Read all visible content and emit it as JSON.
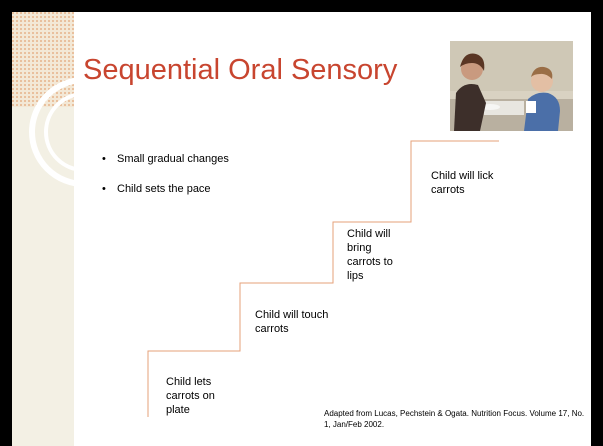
{
  "slide": {
    "title": "Sequential Oral Sensory",
    "photo_icon": "photo-icon",
    "bullets": [
      "Small gradual changes",
      "Child sets the pace"
    ],
    "steps": [
      "Child lets carrots on plate",
      "Child will touch carrots",
      "Child will bring carrots to lips",
      "Child will lick carrots"
    ],
    "citation": "Adapted from Lucas, Pechstein & Ogata. Nutrition Focus. Volume 17, No. 1, Jan/Feb 2002."
  },
  "colors": {
    "title": "#c8452f",
    "stair_line": "#e6a07a",
    "sidebar": "#f3f0e4",
    "frame": "#000000"
  }
}
